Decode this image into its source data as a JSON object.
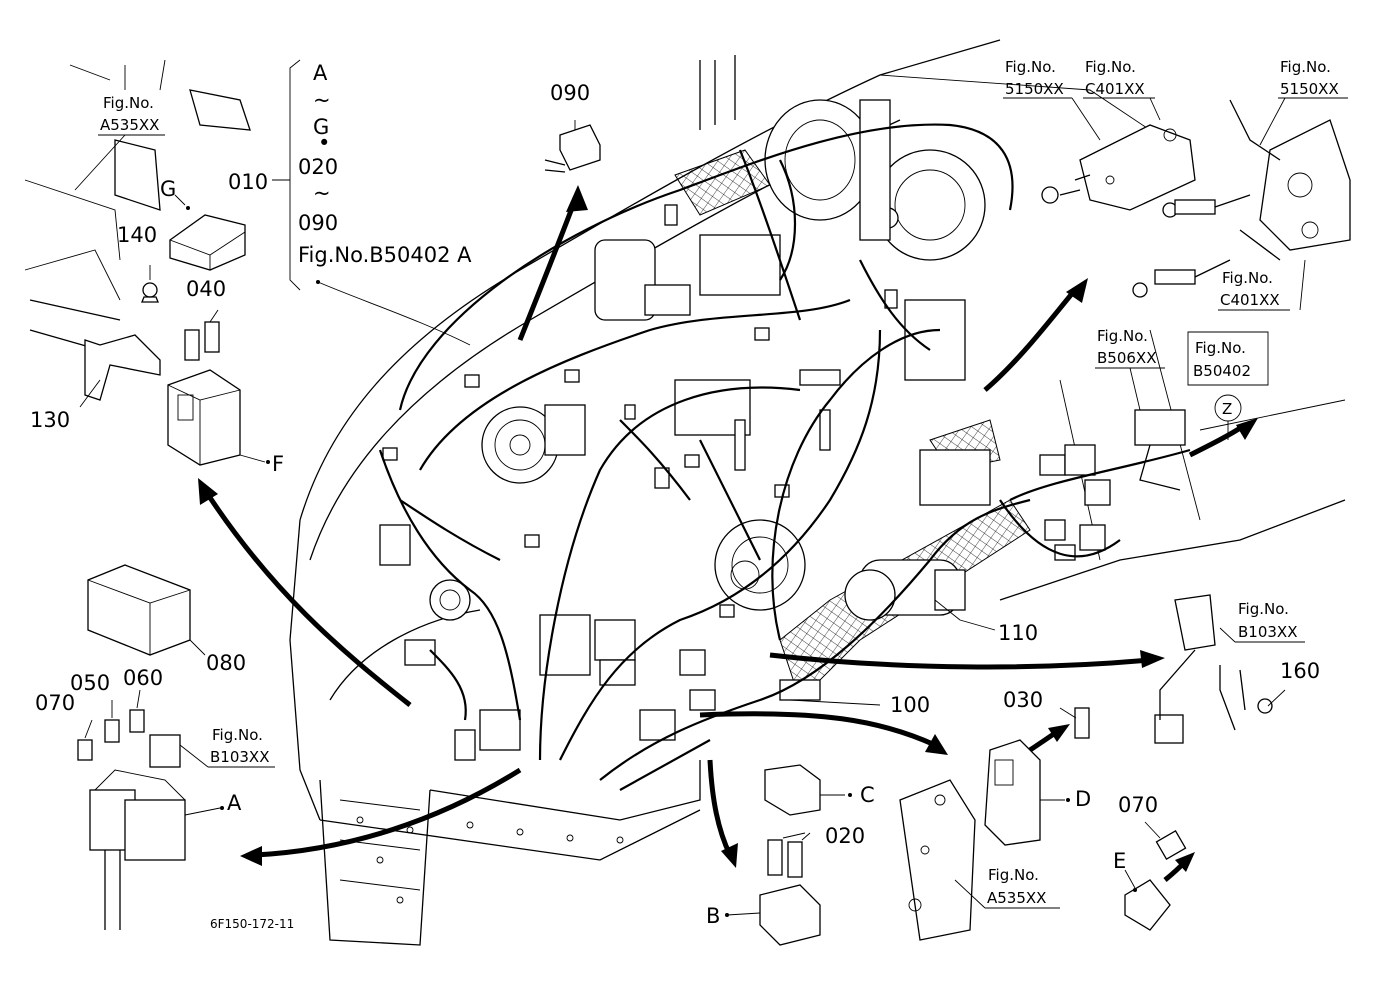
{
  "assembly": {
    "ref": "010",
    "range_lines": [
      "A",
      "~",
      "G",
      "•",
      "020",
      "~",
      "090"
    ],
    "figure": "Fig.No.B50402 A"
  },
  "drawing_code": "6F150-172-11",
  "callouts": {
    "p020": "020",
    "p030": "030",
    "p040": "040",
    "p050": "050",
    "p060": "060",
    "p070_left": "070",
    "p070_right": "070",
    "p080": "080",
    "p090": "090",
    "p100": "100",
    "p110": "110",
    "p130": "130",
    "p140": "140",
    "p160": "160"
  },
  "letters": {
    "A": "A",
    "B": "B",
    "C": "C",
    "D": "D",
    "E": "E",
    "F": "F",
    "G": "G",
    "Z": "Z"
  },
  "figure_refs": {
    "title": "Fig.No.",
    "a535_top": "A535XX",
    "a535_bottom": "A535XX",
    "b103_left": "B103XX",
    "b103_right": "B103XX",
    "s5150_left": "5150XX",
    "s5150_right": "5150XX",
    "c401_top": "C401XX",
    "c401_mid": "C401XX",
    "b506": "B506XX",
    "b50402": "B50402"
  }
}
